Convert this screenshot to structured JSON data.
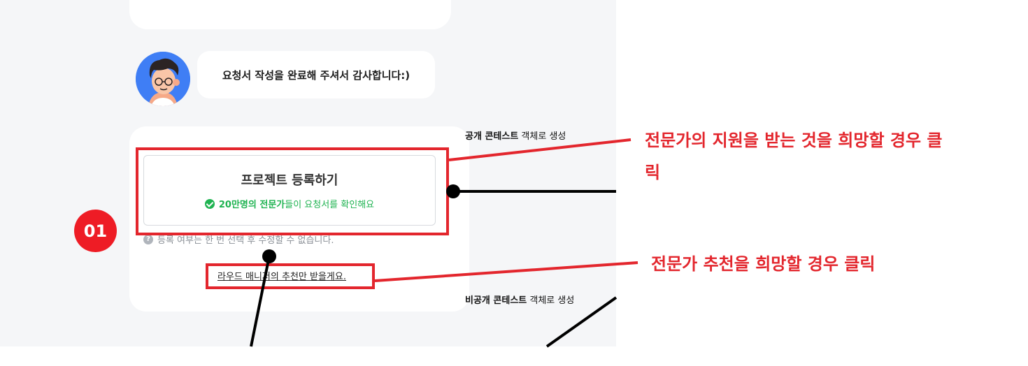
{
  "chat": {
    "bubble_text": "요청서 작성을 완료해  주셔서 감사합니다:)"
  },
  "project_button": {
    "title": "프로젝트 등록하기",
    "sub_bold": "20만명의 전문가",
    "sub_rest": "들이 요청서를 확인해요"
  },
  "notice": {
    "text": "등록 여부는 한 번 선택 후 수정할 수 없습니다.",
    "icon": "question-icon"
  },
  "manager_link": "라우드 매니저의 추천만 받을게요.",
  "badge": "01",
  "flow_labels": {
    "public_bold": "공개 콘테스트",
    "public_rest": " 객체로 생성",
    "private_bold": "비공개 콘테스트",
    "private_rest": " 객체로 생성"
  },
  "annotations": {
    "expert_apply_line1": "전문가의 지원을 받는 것을 희망할 경우 클",
    "expert_apply_line2": "릭",
    "expert_recommend": "전문가 추천을 희망할 경우 클릭"
  },
  "colors": {
    "annotation_red": "#e3262d",
    "success_green": "#1fb351",
    "avatar_blue": "#3f7ef5"
  }
}
